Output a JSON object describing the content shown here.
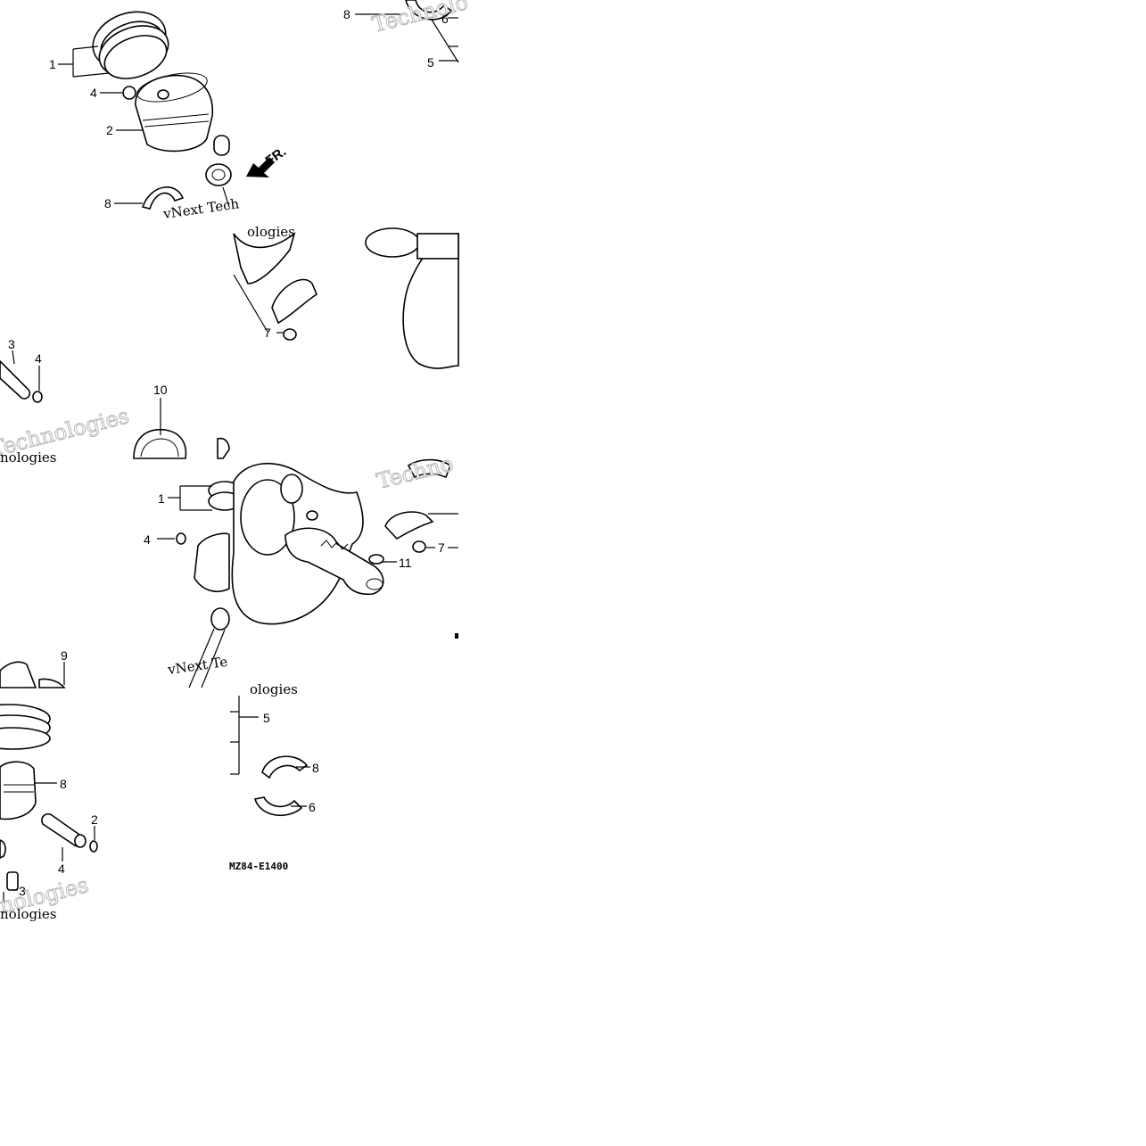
{
  "diagram": {
    "drawing_code": "MZ84-E1400",
    "front_marker": "FR.",
    "watermarks": {
      "brand_serif": "vNext Tech",
      "brand_serif_2": "vNext Te",
      "brand_outline_1": "Technolo",
      "brand_outline_2": "Technologies",
      "brand_outline_3": "Techno",
      "brand_outline_4": "nologies",
      "brand_partial_1": "nologies",
      "brand_partial_2": "ologies",
      "brand_partial_3": "nologies"
    },
    "callouts": [
      {
        "id": "c1a",
        "label": "1"
      },
      {
        "id": "c4a",
        "label": "4"
      },
      {
        "id": "c2a",
        "label": "2"
      },
      {
        "id": "c8a",
        "label": "8"
      },
      {
        "id": "c8b",
        "label": "8"
      },
      {
        "id": "c6a",
        "label": "6"
      },
      {
        "id": "c5a",
        "label": "5"
      },
      {
        "id": "c7a",
        "label": "7"
      },
      {
        "id": "c3a",
        "label": "3"
      },
      {
        "id": "c4b",
        "label": "4"
      },
      {
        "id": "c10a",
        "label": "10"
      },
      {
        "id": "c1b",
        "label": "1"
      },
      {
        "id": "c4c",
        "label": "4"
      },
      {
        "id": "c7b",
        "label": "7"
      },
      {
        "id": "c11a",
        "label": "11"
      },
      {
        "id": "c9a",
        "label": "9"
      },
      {
        "id": "c5b",
        "label": "5"
      },
      {
        "id": "c8c",
        "label": "8"
      },
      {
        "id": "c8d",
        "label": "8"
      },
      {
        "id": "c2b",
        "label": "2"
      },
      {
        "id": "c4d",
        "label": "4"
      },
      {
        "id": "c3b",
        "label": "3"
      },
      {
        "id": "c6b",
        "label": "6"
      }
    ]
  }
}
